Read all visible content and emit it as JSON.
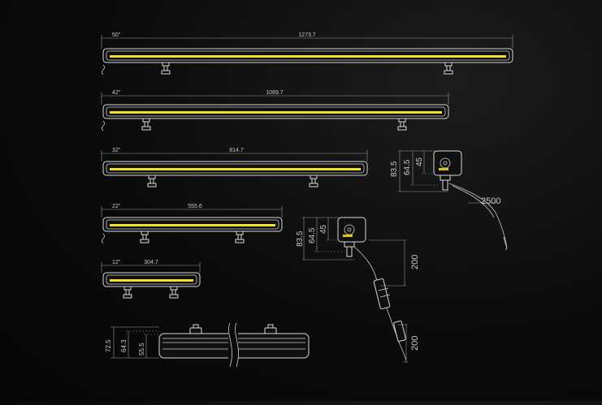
{
  "bars": [
    {
      "id": "bar-50",
      "size_label": "50\"",
      "length_label": "1273.7"
    },
    {
      "id": "bar-42",
      "size_label": "42\"",
      "length_label": "1069.7"
    },
    {
      "id": "bar-32",
      "size_label": "32\"",
      "length_label": "814.7"
    },
    {
      "id": "bar-22",
      "size_label": "22\"",
      "length_label": "555.6"
    },
    {
      "id": "bar-12",
      "size_label": "12\"",
      "length_label": "304.7"
    }
  ],
  "bracket_a": {
    "height": "83.5",
    "inner": "64.5",
    "top": "45",
    "cable": "2500"
  },
  "bracket_b": {
    "height": "83.5",
    "inner": "64.5",
    "top": "45",
    "cable_1": "200",
    "cable_2": "200"
  },
  "section": {
    "overall": "72.5",
    "body": "64.3",
    "lens": "55.5"
  },
  "colors": {
    "led": "#f2e021",
    "outline": "#d8d8d8",
    "background": "#0b0b0c"
  }
}
